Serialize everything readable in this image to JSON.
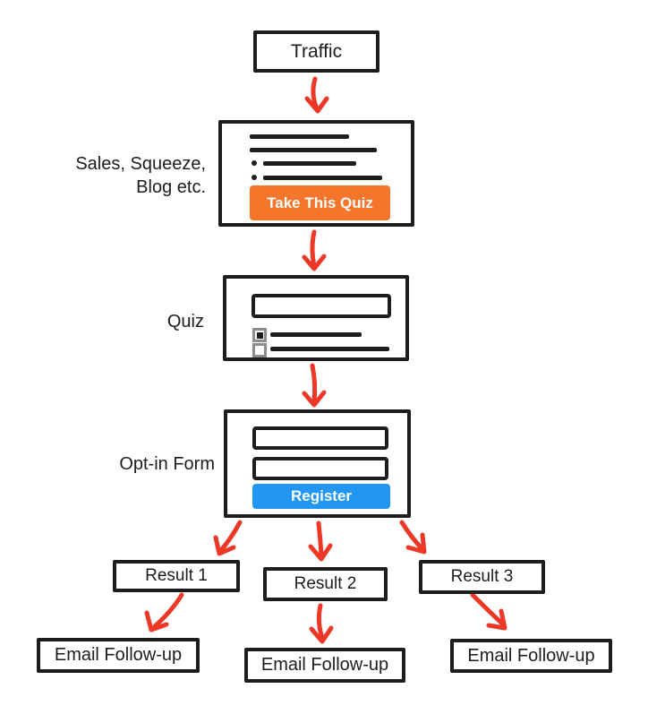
{
  "palette": {
    "ink": "#1d1d1d",
    "arrow_red": "#ee3827",
    "button_orange": "#f5752b",
    "button_blue": "#2196f3",
    "checkbox_gray": "#8c8c8c",
    "background": "#ffffff"
  },
  "nodes": {
    "traffic": {
      "label": "Traffic"
    },
    "landing_page": {
      "side_label_line1": "Sales, Squeeze,",
      "side_label_line2": "Blog etc.",
      "button_label": "Take This Quiz"
    },
    "quiz": {
      "side_label": "Quiz"
    },
    "optin_form": {
      "side_label": "Opt-in Form",
      "button_label": "Register"
    },
    "results": [
      {
        "label": "Result 1"
      },
      {
        "label": "Result 2"
      },
      {
        "label": "Result 3"
      }
    ],
    "followups": [
      {
        "label": "Email Follow-up"
      },
      {
        "label": "Email Follow-up"
      },
      {
        "label": "Email Follow-up"
      }
    ]
  }
}
